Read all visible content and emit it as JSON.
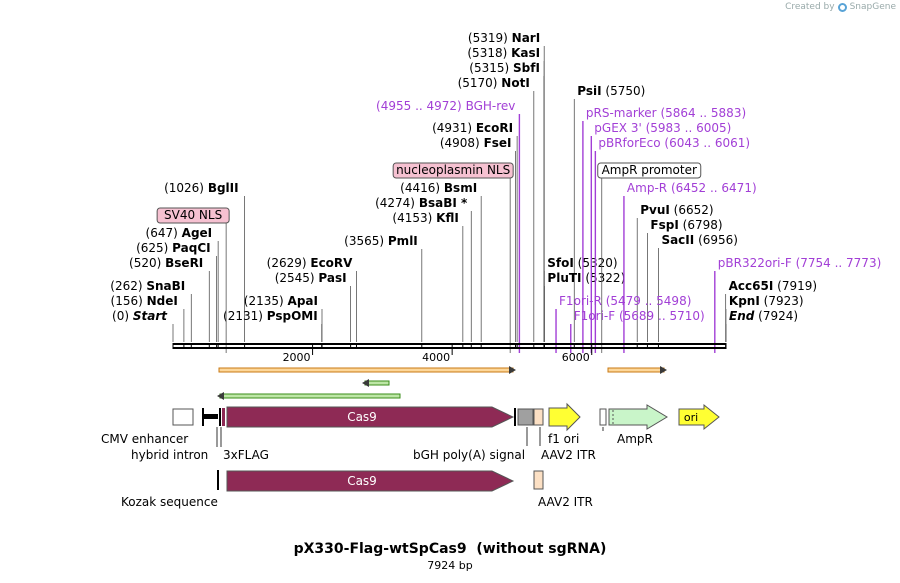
{
  "app": {
    "watermark": "Created by",
    "brand": "SnapGene",
    "brand_icon": "snapgene-logo-icon"
  },
  "plasmid": {
    "name": "pX330-Flag-wtSpCas9  (without sgRNA)",
    "length": "7924 bp",
    "total_bp": 7924
  },
  "colors": {
    "enzyme": "#000000",
    "primer": "#a23fd6",
    "cas9": "#8e2a55",
    "ori": "#ffff33",
    "ampr": "#c9f5c9",
    "f1ori": "#ffff33",
    "itr": "#fce0c4",
    "polya": "#a0a0a0",
    "orf_arrow": "#c87a14",
    "orf_arrow_fill": "#fdd79a",
    "orf_green": "#3a8c1a",
    "orf_green_fill": "#bde6a6",
    "nls_box": "#f6c1d1"
  },
  "ruler": {
    "ticks": [
      "2000",
      "4000",
      "6000"
    ]
  },
  "enzymes": [
    {
      "pos": 0,
      "pos_label": "(0)",
      "name": "Start",
      "italic": true
    },
    {
      "pos": 156,
      "pos_label": "(156)",
      "name": "NdeI"
    },
    {
      "pos": 262,
      "pos_label": "(262)",
      "name": "SnaBI"
    },
    {
      "pos": 520,
      "pos_label": "(520)",
      "name": "BseRI"
    },
    {
      "pos": 625,
      "pos_label": "(625)",
      "name": "PaqCI"
    },
    {
      "pos": 647,
      "pos_label": "(647)",
      "name": "AgeI"
    },
    {
      "pos": 1026,
      "pos_label": "(1026)",
      "name": "BglII"
    },
    {
      "pos": 2131,
      "pos_label": "(2131)",
      "name": "PspOMI"
    },
    {
      "pos": 2135,
      "pos_label": "(2135)",
      "name": "ApaI"
    },
    {
      "pos": 2545,
      "pos_label": "(2545)",
      "name": "PasI"
    },
    {
      "pos": 2629,
      "pos_label": "(2629)",
      "name": "EcoRV"
    },
    {
      "pos": 3565,
      "pos_label": "(3565)",
      "name": "PmlI"
    },
    {
      "pos": 4153,
      "pos_label": "(4153)",
      "name": "KflI"
    },
    {
      "pos": 4274,
      "pos_label": "(4274)",
      "name": "BsaBI *"
    },
    {
      "pos": 4416,
      "pos_label": "(4416)",
      "name": "BsmI"
    },
    {
      "pos": 4908,
      "pos_label": "(4908)",
      "name": "FseI"
    },
    {
      "pos": 4931,
      "pos_label": "(4931)",
      "name": "EcoRI"
    },
    {
      "pos": 5170,
      "pos_label": "(5170)",
      "name": "NotI"
    },
    {
      "pos": 5315,
      "pos_label": "(5315)",
      "name": "SbfI"
    },
    {
      "pos": 5318,
      "pos_label": "(5318)",
      "name": "KasI"
    },
    {
      "pos": 5319,
      "pos_label": "(5319)",
      "name": "NarI"
    },
    {
      "pos": 5320,
      "pos_label": "(5320)",
      "name": "SfoI"
    },
    {
      "pos": 5322,
      "pos_label": "(5322)",
      "name": "PluTI"
    },
    {
      "pos": 5750,
      "pos_label": "(5750)",
      "name": "PsiI"
    },
    {
      "pos": 6652,
      "pos_label": "(6652)",
      "name": "PvuI"
    },
    {
      "pos": 6798,
      "pos_label": "(6798)",
      "name": "FspI"
    },
    {
      "pos": 6956,
      "pos_label": "(6956)",
      "name": "SacII"
    },
    {
      "pos": 7919,
      "pos_label": "(7919)",
      "name": "Acc65I"
    },
    {
      "pos": 7923,
      "pos_label": "(7923)",
      "name": "KpnI"
    },
    {
      "pos": 7924,
      "pos_label": "(7924)",
      "name": "End",
      "italic": true
    }
  ],
  "primers": [
    {
      "start": 4955,
      "end": 4972,
      "name": "BGH-rev",
      "range": "(4955 .. 4972)"
    },
    {
      "start": 5479,
      "end": 5498,
      "name": "F1ori-R",
      "range": "(5479 .. 5498)"
    },
    {
      "start": 5689,
      "end": 5710,
      "name": "F1ori-F",
      "range": "(5689 .. 5710)"
    },
    {
      "start": 5864,
      "end": 5883,
      "name": "pRS-marker",
      "range": "(5864 .. 5883)"
    },
    {
      "start": 5983,
      "end": 6005,
      "name": "pGEX 3'",
      "range": "(5983 .. 6005)"
    },
    {
      "start": 6043,
      "end": 6061,
      "name": "pBRforEco",
      "range": "(6043 .. 6061)"
    },
    {
      "start": 6452,
      "end": 6471,
      "name": "Amp-R",
      "range": "(6452 .. 6471)"
    },
    {
      "start": 7754,
      "end": 7773,
      "name": "pBR322ori-F",
      "range": "(7754 .. 7773)"
    }
  ],
  "boxed_features": [
    {
      "name": "SV40 NLS",
      "pos": 790
    },
    {
      "name": "nucleoplasmin NLS",
      "pos": 4860
    },
    {
      "name": "AmpR promoter",
      "pos": 6115
    }
  ],
  "feature_labels": {
    "cmv_enhancer": "CMV enhancer",
    "hybrid_intron": "hybrid intron",
    "flag": "3xFLAG",
    "cas9": "Cas9",
    "polya": "bGH poly(A) signal",
    "f1ori": "f1 ori",
    "itr_top": "AAV2 ITR",
    "ampr": "AmpR",
    "ori": "ori",
    "kozak": "Kozak sequence",
    "cas9_lower": "Cas9",
    "itr_bottom": "AAV2 ITR"
  }
}
